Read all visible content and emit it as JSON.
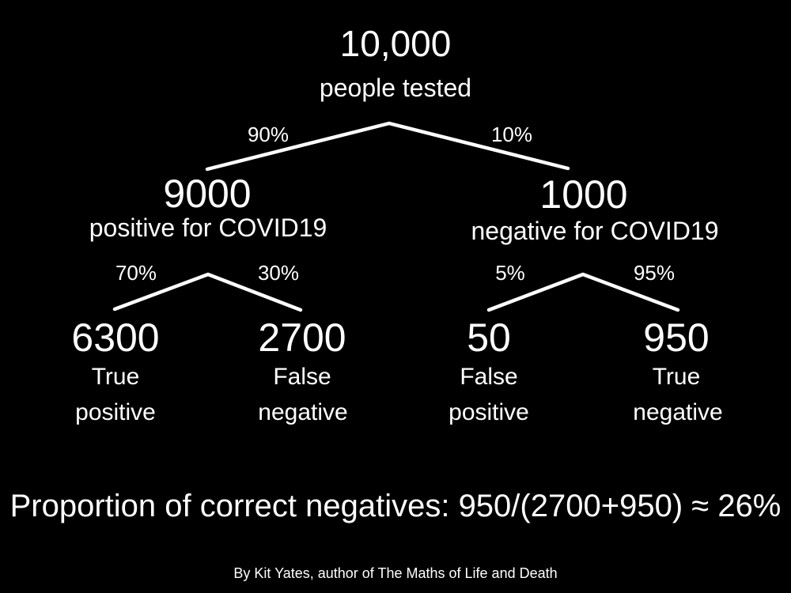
{
  "slide": {
    "colors": {
      "background": "#000000",
      "text": "#ffffff",
      "line": "#ffffff"
    }
  },
  "tree": {
    "root": {
      "value": "10,000",
      "label": "people tested"
    },
    "branch_to_positive": {
      "percent": "90%"
    },
    "branch_to_negative": {
      "percent": "10%"
    },
    "positive_node": {
      "value": "9000",
      "label": "positive for COVID19"
    },
    "negative_node": {
      "value": "1000",
      "label": "negative for COVID19"
    },
    "branch_to_true_positive": {
      "percent": "70%"
    },
    "branch_to_false_negative": {
      "percent": "30%"
    },
    "branch_to_false_positive": {
      "percent": "5%"
    },
    "branch_to_true_negative": {
      "percent": "95%"
    },
    "true_positive": {
      "value": "6300",
      "label_line1": "True",
      "label_line2": "positive"
    },
    "false_negative": {
      "value": "2700",
      "label_line1": "False",
      "label_line2": "negative"
    },
    "false_positive": {
      "value": "50",
      "label_line1": "False",
      "label_line2": "positive"
    },
    "true_negative": {
      "value": "950",
      "label_line1": "True",
      "label_line2": "negative"
    }
  },
  "conclusion": "Proportion of correct negatives: 950/(2700+950) ≈ 26%",
  "attribution": "By Kit Yates, author of The Maths of Life and Death"
}
